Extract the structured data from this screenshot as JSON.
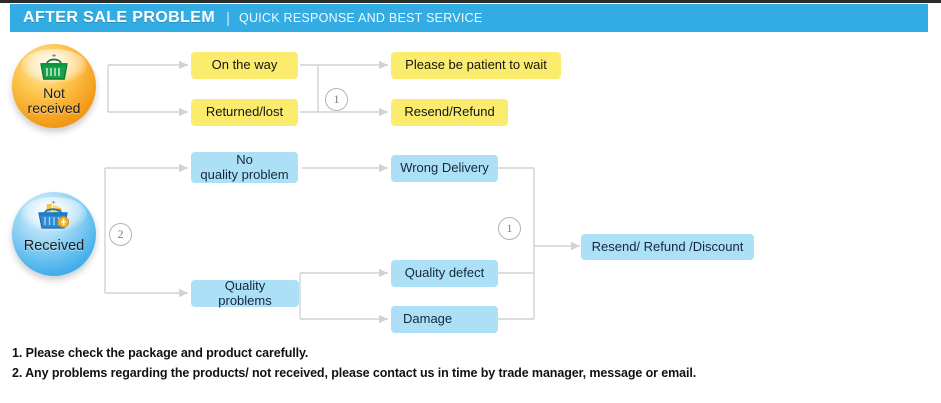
{
  "header": {
    "title": "AFTER SALE PROBLEM",
    "separator": "|",
    "subtitle": "QUICK RESPONSE AND BEST SERVICE",
    "bar_color": "#33ace3",
    "title_color": "#ffffff"
  },
  "colors": {
    "yellow_box": "#fbec6d",
    "blue_box": "#ace0f7",
    "connector": "#d2d2d2",
    "marker_border": "#b4b4b4",
    "not_received_sphere": "#f39a18",
    "received_sphere": "#49b2ec"
  },
  "nodes": {
    "not_received": {
      "label_line1": "Not",
      "label_line2": "received",
      "icon": "shopping-basket-icon"
    },
    "received": {
      "label": "Received",
      "icon": "shopping-basket-filled-icon"
    },
    "on_the_way": "On the way",
    "returned_lost": "Returned/lost",
    "please_wait": "Please be patient to wait",
    "resend_refund": "Resend/Refund",
    "no_quality_problem_line1": "No",
    "no_quality_problem_line2": "quality problem",
    "quality_problems": "Quality problems",
    "wrong_delivery": "Wrong Delivery",
    "quality_defect": "Quality defect",
    "damage": "Damage",
    "resend_refund_discount": "Resend/ Refund /Discount"
  },
  "markers": {
    "top": "1",
    "left": "2",
    "bottom": "1"
  },
  "footer": {
    "line1": "1. Please check the package and product carefully.",
    "line2": "2. Any problems regarding the products/ not received, please contact us in time by trade manager, message or email."
  }
}
